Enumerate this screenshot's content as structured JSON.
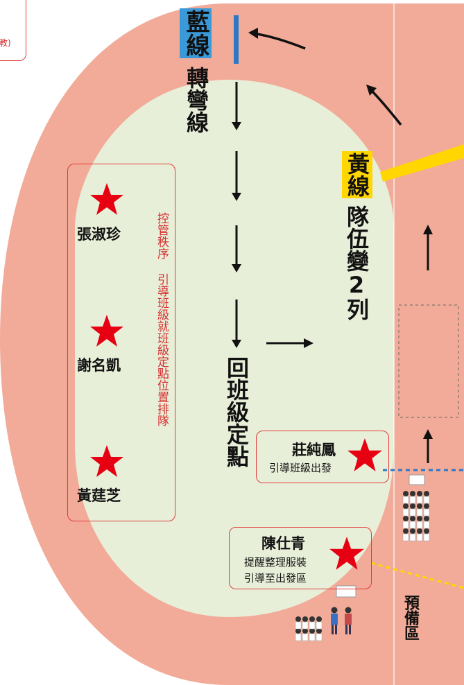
{
  "corner_note": {
    "line1": "",
    "line2": "",
    "line3": "教)"
  },
  "blue_line": {
    "label": "藍線",
    "color": "#2a78c8"
  },
  "turn_line_label": "轉彎線",
  "yellow_line": {
    "label": "黃線",
    "color": "#ffd600"
  },
  "formation_label": "隊伍變2列",
  "return_label": "回班級定點",
  "left_box": {
    "staff": [
      "張淑珍",
      "謝名凱",
      "黃莛芝"
    ],
    "duty": "控管秩序 引導班級就班級定點位置排隊"
  },
  "staff_zhuang": {
    "name": "莊純鳳",
    "duty": "引導班級出發"
  },
  "staff_chen": {
    "name": "陳仕青",
    "duty_line1": "提醒整理服裝",
    "duty_line2": "引導至出發區"
  },
  "prep_area_label": "預備區",
  "colors": {
    "track": "#f2ab98",
    "field": "#e8efd9",
    "box_border": "#e03a3a",
    "star": "#e60012",
    "duty_text": "#d43030"
  }
}
